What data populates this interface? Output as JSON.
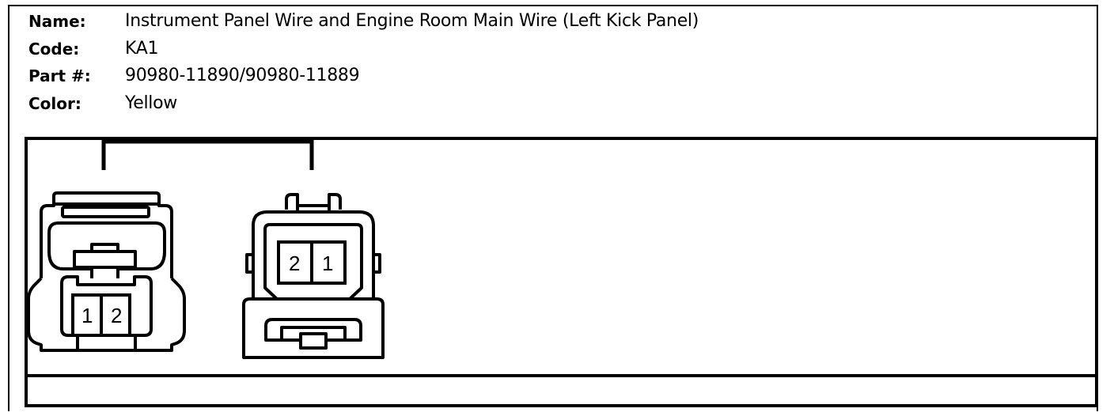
{
  "header": {
    "name_label": "Name:",
    "name_value": "Instrument Panel Wire and Engine Room Main Wire (Left Kick Panel)",
    "code_label": "Code:",
    "code_value": "KA1",
    "part_label": "Part #:",
    "part_value": "90980-11890/90980-11889",
    "color_label": "Color:",
    "color_value": "Yellow"
  },
  "connectors": {
    "left_pins": [
      "1",
      "2"
    ],
    "right_pins": [
      "2",
      "1"
    ]
  }
}
